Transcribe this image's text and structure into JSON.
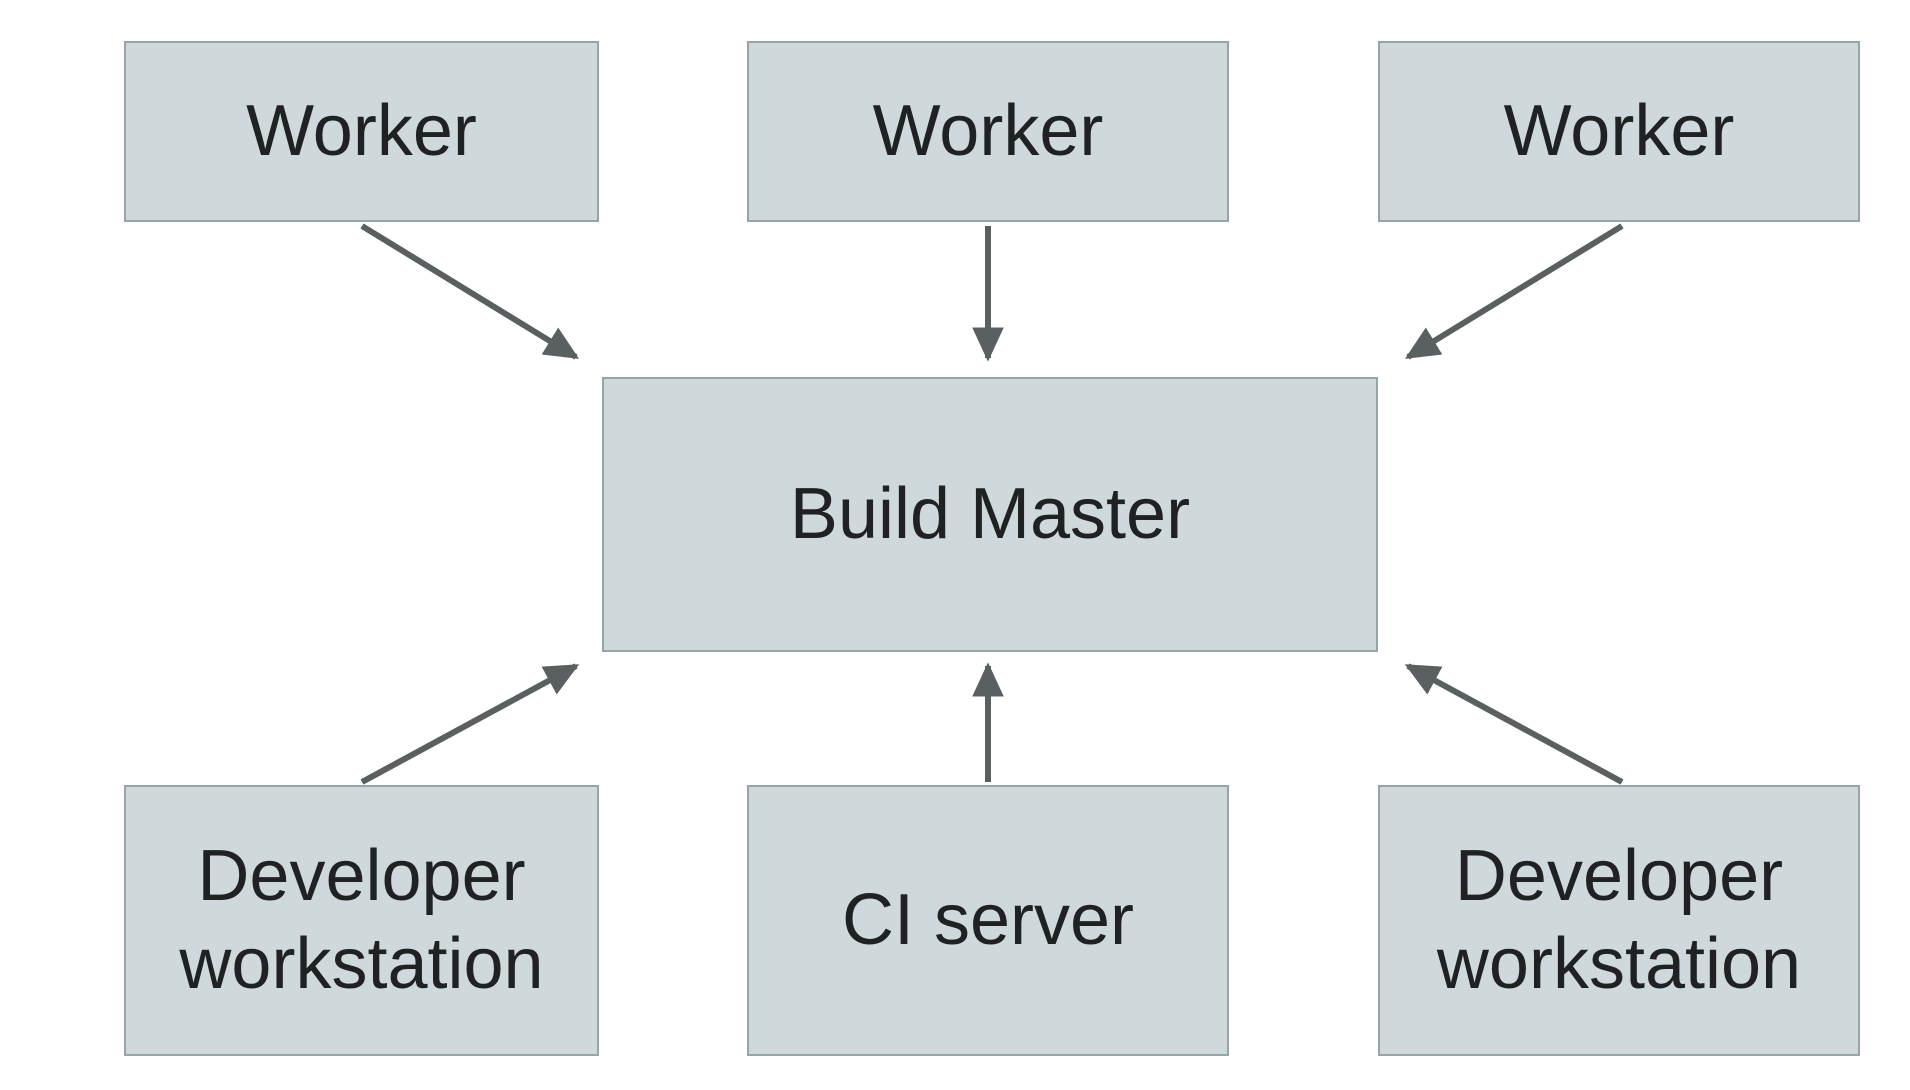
{
  "diagram": {
    "type": "flow-diagram",
    "background": "#ffffff",
    "colors": {
      "node_fill": "#cfd9db",
      "node_border": "#95a5a9",
      "arrow": "#5a6062",
      "text": "#1f2123"
    },
    "nodes": {
      "worker1": {
        "label": "Worker"
      },
      "worker2": {
        "label": "Worker"
      },
      "worker3": {
        "label": "Worker"
      },
      "buildMaster": {
        "label": "Build Master"
      },
      "devWorkstation1": {
        "label": "Developer workstation"
      },
      "ciServer": {
        "label": "CI server"
      },
      "devWorkstation2": {
        "label": "Developer workstation"
      }
    },
    "edges": [
      {
        "from": "worker1",
        "to": "buildMaster",
        "direction": "down-right"
      },
      {
        "from": "worker2",
        "to": "buildMaster",
        "direction": "down"
      },
      {
        "from": "worker3",
        "to": "buildMaster",
        "direction": "down-left"
      },
      {
        "from": "devWorkstation1",
        "to": "buildMaster",
        "direction": "up-right"
      },
      {
        "from": "ciServer",
        "to": "buildMaster",
        "direction": "up"
      },
      {
        "from": "devWorkstation2",
        "to": "buildMaster",
        "direction": "up-left"
      }
    ]
  }
}
